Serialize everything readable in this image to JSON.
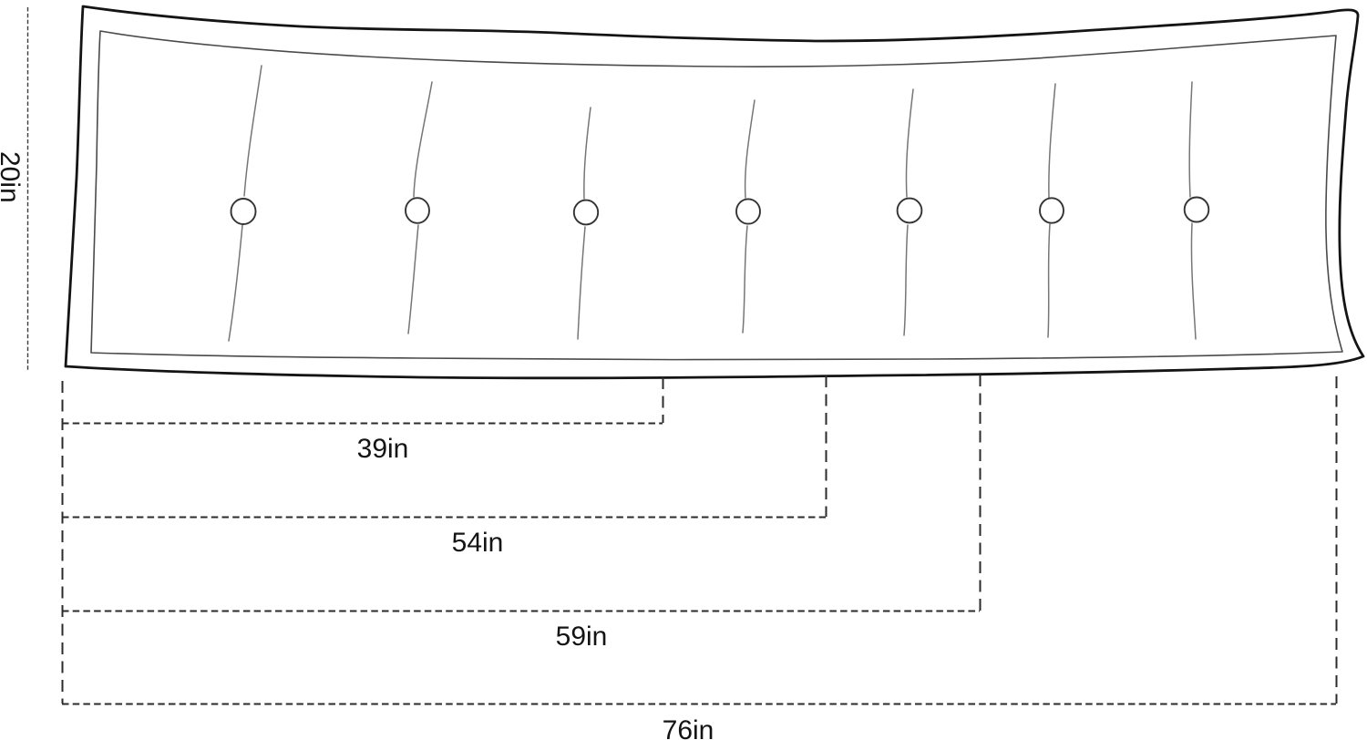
{
  "figure": {
    "type": "product-dimension-diagram",
    "unit": "in",
    "background_color": "#ffffff",
    "outline_color": "#141414",
    "dimension_line_color": "#2b2b2b"
  },
  "pillow": {
    "button_count": 7
  },
  "dimensions": {
    "height": {
      "label": "20in",
      "value": 20,
      "unit": "in"
    },
    "widths": [
      {
        "label": "39in",
        "value": 39,
        "unit": "in"
      },
      {
        "label": "54in",
        "value": 54,
        "unit": "in"
      },
      {
        "label": "59in",
        "value": 59,
        "unit": "in"
      },
      {
        "label": "76in",
        "value": 76,
        "unit": "in"
      }
    ]
  }
}
